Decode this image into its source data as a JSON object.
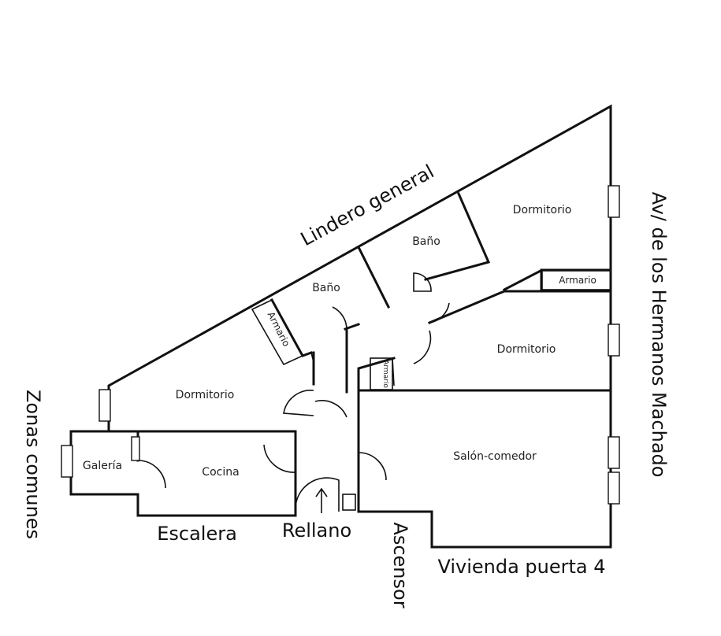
{
  "rooms": {
    "dormitorio_top_right": "Dormitorio",
    "bano_right": "Baño",
    "bano_left": "Baño",
    "armario_right": "Armario",
    "armario_left": "Armario",
    "armario_small": "Armario",
    "dormitorio_mid_right": "Dormitorio",
    "dormitorio_left": "Dormitorio",
    "galeria": "Galería",
    "cocina": "Cocina",
    "salon": "Salón-comedor"
  },
  "labels": {
    "lindero": "Lindero general",
    "avenida": "Av/ de los Hermanos Machado",
    "zonas": "Zonas comunes",
    "escalera": "Escalera",
    "rellano": "Rellano",
    "ascensor": "Ascensor",
    "vivienda": "Vivienda puerta 4"
  }
}
